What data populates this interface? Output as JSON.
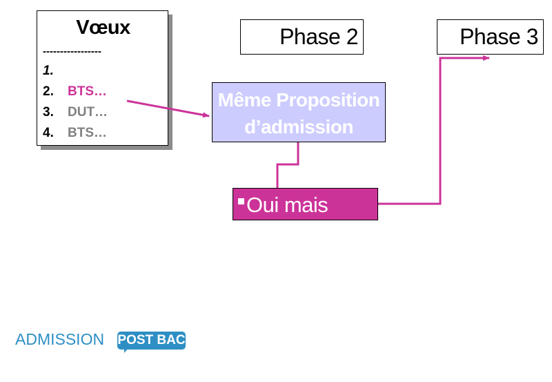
{
  "voeux": {
    "title": "Vœux",
    "dashes": "-----------------",
    "items": [
      {
        "num": "1.",
        "text": ""
      },
      {
        "num": "2.",
        "text": "BTS…"
      },
      {
        "num": "3.",
        "text": "DUT…"
      },
      {
        "num": "4.",
        "text": "BTS…"
      }
    ]
  },
  "phases": {
    "phase2": "Phase 2",
    "phase3": "Phase 3"
  },
  "proposition": {
    "line1": "Même Proposition",
    "line2": "d’admission"
  },
  "oui_mais": "Oui mais",
  "logo": {
    "left_text": "ADMISSION",
    "badge_text": "POST BAC"
  },
  "colors": {
    "accent_magenta": "#cc3399",
    "lavender": "#ccccff",
    "gray_text": "#808080",
    "logo_blue": "#2e8fc4"
  }
}
